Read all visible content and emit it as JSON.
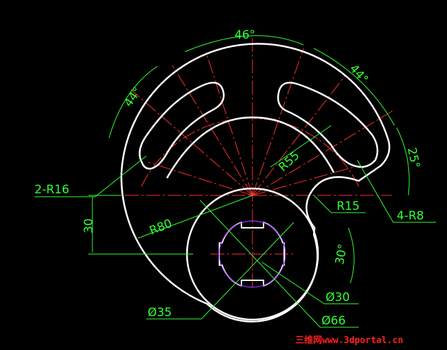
{
  "colors": {
    "background": "#000000",
    "outline": "#ffffff",
    "centerline": "#ff3030",
    "dimension": "#33ff33",
    "keyway_circle": "#9b30ff",
    "watermark": "#ff2020"
  },
  "dimensions": {
    "angle_top": "46°",
    "angle_left": "44°",
    "angle_right": "44°",
    "angle_side": "25°",
    "angle_lower_right": "30°",
    "slot_radius": "2-R16",
    "corner_radius": "4-R8",
    "arc_radius": "R55",
    "fillet_radius": "R15",
    "outer_radius": "R80",
    "height_offset": "30",
    "dia_inner_keyway": "Ø35",
    "dia_bore": "Ø30",
    "dia_hub": "Ø66"
  },
  "watermark": {
    "text": "三维网www.3dportal.cn"
  }
}
